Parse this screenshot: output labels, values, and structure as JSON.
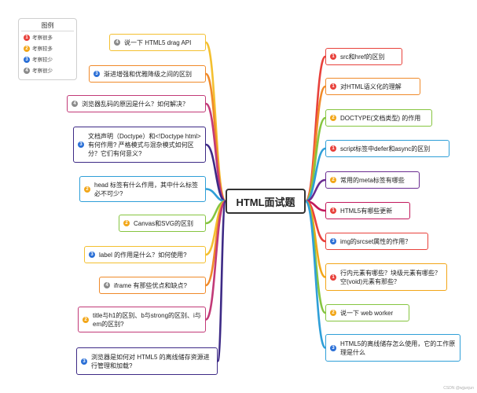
{
  "center_title": "HTML面试题",
  "legend": {
    "title": "图例",
    "items": [
      {
        "num": "1",
        "label": "考察很多"
      },
      {
        "num": "2",
        "label": "考察较多"
      },
      {
        "num": "3",
        "label": "考察较少"
      },
      {
        "num": "4",
        "label": "考察很少"
      }
    ]
  },
  "left_nodes": [
    {
      "num": "4",
      "text": "说一下 HTML5 drag API",
      "color": "#f4c030"
    },
    {
      "num": "3",
      "text": "渐进增强和优雅降级之间的区别",
      "color": "#f08a2a"
    },
    {
      "num": "4",
      "text": "浏览器乱码的原因是什么？如何解决？",
      "color": "#c23a78"
    },
    {
      "num": "3",
      "text": "文档声明（Doctype）和<!Doctype html>有何作用? 严格模式与混杂模式如何区分？它们有何意义?",
      "color": "#3d2a86"
    },
    {
      "num": "2",
      "text": "head 标签有什么作用，其中什么标签必不可少?",
      "color": "#2f9fd8"
    },
    {
      "num": "2",
      "text": "Canvas和SVG的区别",
      "color": "#86c540"
    },
    {
      "num": "3",
      "text": "label 的作用是什么？如何使用?",
      "color": "#f4c030"
    },
    {
      "num": "4",
      "text": "iframe 有那些优点和缺点?",
      "color": "#f08a2a"
    },
    {
      "num": "2",
      "text": "title与h1的区别、b与strong的区别、i与em的区别?",
      "color": "#c23a78"
    },
    {
      "num": "3",
      "text": "浏览器是如何对 HTML5 的离线储存资源进行管理和加载?",
      "color": "#3d2a86"
    }
  ],
  "right_nodes": [
    {
      "num": "1",
      "text": "src和href的区别",
      "color": "#e8413b"
    },
    {
      "num": "1",
      "text": "对HTML语义化的理解",
      "color": "#f08a2a"
    },
    {
      "num": "2",
      "text": "DOCTYPE(⽂档类型) 的作⽤",
      "color": "#86c540"
    },
    {
      "num": "1",
      "text": "script标签中defer和async的区别",
      "color": "#2f9fd8"
    },
    {
      "num": "2",
      "text": "常⽤的meta标签有哪些",
      "color": "#6a2c91"
    },
    {
      "num": "1",
      "text": "HTML5有哪些更新",
      "color": "#c2185b"
    },
    {
      "num": "3",
      "text": "img的srcset属性的作⽤？",
      "color": "#e8413b"
    },
    {
      "num": "1",
      "text": "⾏内元素有哪些？块级元素有哪些？ 空(void)元素有那些？",
      "color": "#f2a618"
    },
    {
      "num": "2",
      "text": "说⼀下 web worker",
      "color": "#86c540"
    },
    {
      "num": "3",
      "text": "HTML5的离线储存怎么使⽤，它的⼯作原理是什么",
      "color": "#2f9fd8"
    }
  ],
  "credit": "CSDN @wjjunjun"
}
